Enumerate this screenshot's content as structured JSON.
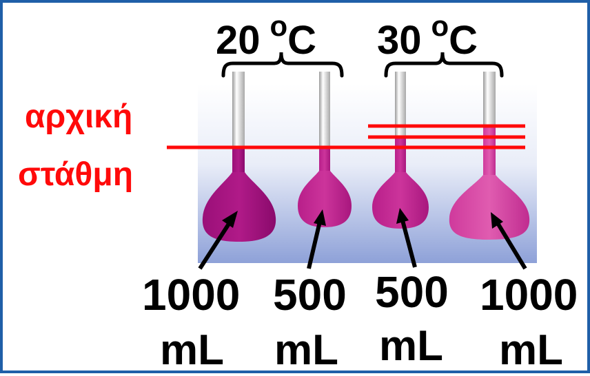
{
  "temperature_groups": [
    {
      "value": "20",
      "degree": "o",
      "unit": "C"
    },
    {
      "value": "30",
      "degree": "o",
      "unit": "C"
    }
  ],
  "initial_level_label": {
    "line1": "αρχική",
    "line2": "στάθμη"
  },
  "flasks": [
    {
      "volume": "1000",
      "unit": "mL",
      "group": "20 °C"
    },
    {
      "volume": "500",
      "unit": "mL",
      "group": "20 °C"
    },
    {
      "volume": "500",
      "unit": "mL",
      "group": "30 °C"
    },
    {
      "volume": "1000",
      "unit": "mL",
      "group": "30 °C"
    }
  ],
  "colors": {
    "border": "#1f5fa8",
    "label_red": "#ff0a0a",
    "liquid_dark": "#a0127e",
    "liquid_mid": "#c2238f",
    "liquid_light": "#d63b9f",
    "background_gradient_bottom": "#8ea1d8"
  }
}
